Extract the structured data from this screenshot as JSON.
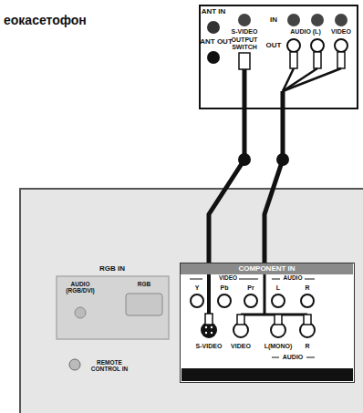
{
  "diagram": {
    "nodes": [
      {
        "text": [
          "еокасетофон"
        ]
      },
      {
        "text": [
          "COMPONENT IN"
        ]
      }
    ],
    "edges": [
      {
        "from": 0,
        "to": 1,
        "arrow": "none"
      },
      {
        "from": 0,
        "to": 1,
        "arrow": "none"
      }
    ],
    "labels": [
      "ANT IN",
      "ANT OUT",
      "S-VIDEO",
      "OUTPUT SWITCH",
      "IN",
      "OUT",
      "AUDIO (L)",
      "VIDEO",
      "RGB IN",
      "AUDIO (RGB/DVI)",
      "RGB",
      "REMOTE CONTROL IN",
      "VIDEO",
      "AUDIO",
      "Y",
      "Pb",
      "Pr",
      "L",
      "R",
      "S-VIDEO",
      "VIDEO",
      "L(MONO)",
      "R",
      "AUDIO"
    ]
  }
}
